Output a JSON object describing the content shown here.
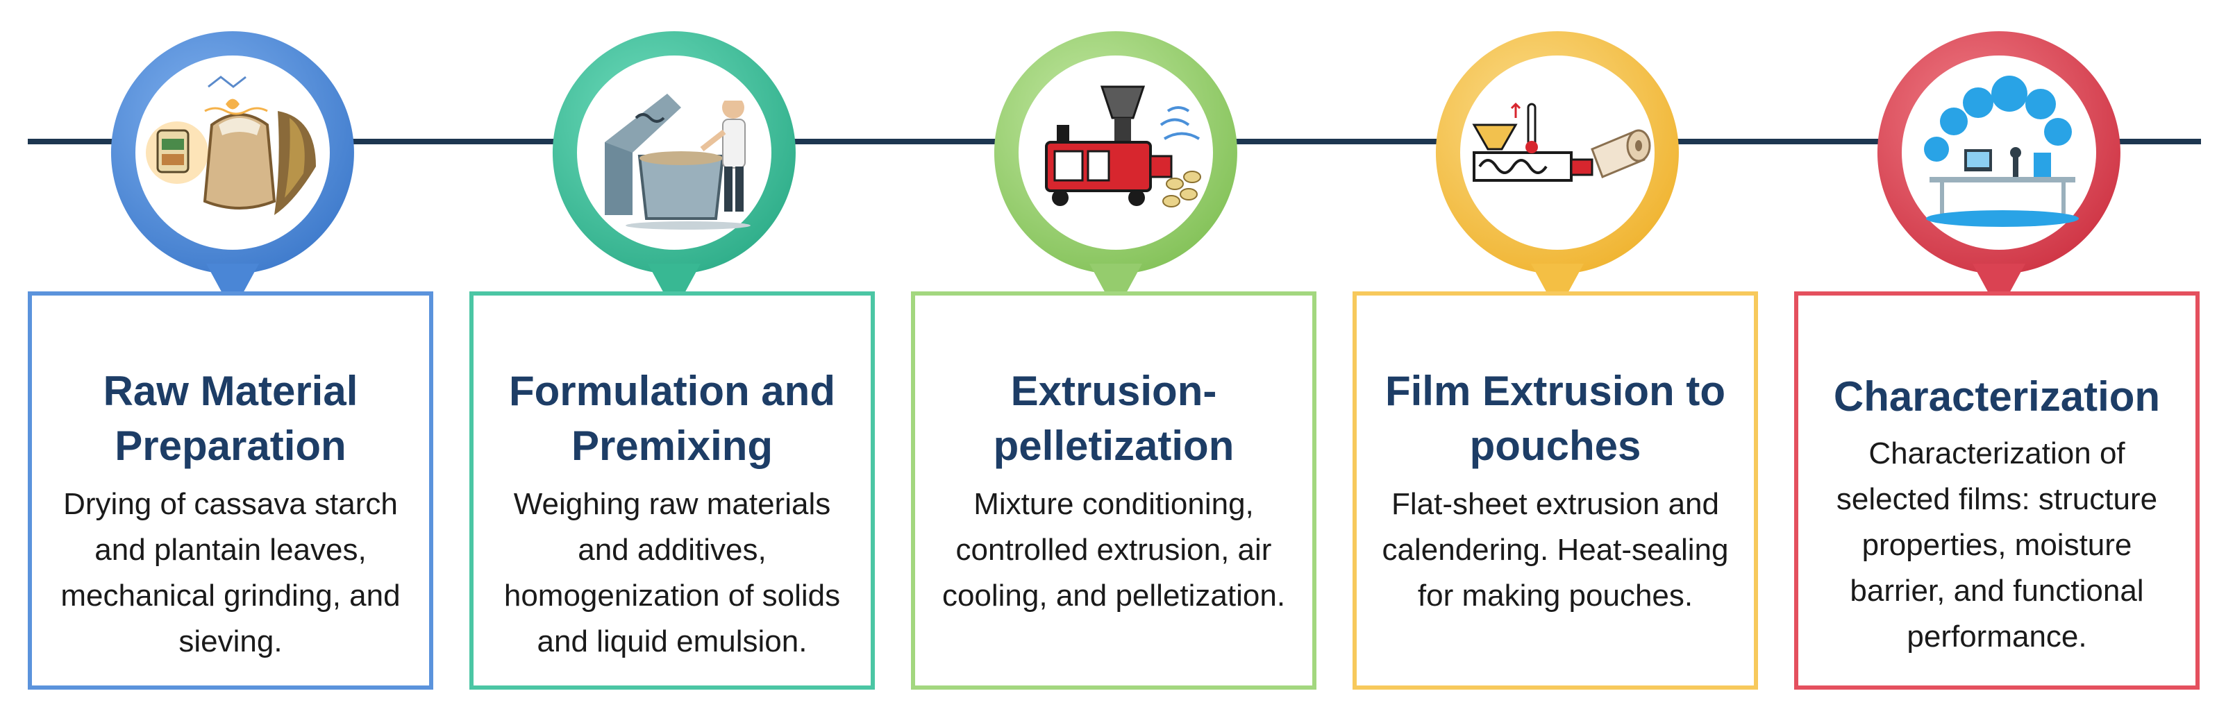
{
  "colors": {
    "timeline": "#1d3650",
    "title_text": "#1d3d66",
    "body_text": "#1a1a1a",
    "step_1": "#5b93dc",
    "step_2": "#4bc6a4",
    "step_3": "#a3d77f",
    "step_4": "#f7c95c",
    "step_5": "#e4505e"
  },
  "steps": [
    {
      "icon": "raw-materials-sack-leaves-icon",
      "title": [
        "Raw Material",
        "Preparation"
      ],
      "description": [
        "Drying of cassava starch",
        "and plantain leaves,",
        "mechanical grinding, and",
        "sieving."
      ]
    },
    {
      "icon": "mixer-worker-icon",
      "title": [
        "Formulation and",
        "Premixing"
      ],
      "description": [
        "Weighing raw materials",
        "and additives,",
        "homogenization of solids",
        "and liquid emulsion."
      ]
    },
    {
      "icon": "extruder-pellets-icon",
      "title": [
        "Extrusion-",
        "pelletization"
      ],
      "description": [
        "Mixture conditioning,",
        "controlled extrusion, air",
        "cooling, and pelletization."
      ]
    },
    {
      "icon": "film-extruder-roll-icon",
      "title": [
        "Film Extrusion to",
        "pouches"
      ],
      "description": [
        "Flat-sheet extrusion and",
        "calendering. Heat-sealing",
        "for making pouches."
      ]
    },
    {
      "icon": "laboratory-analysis-icon",
      "title": [
        "Characterization"
      ],
      "description": [
        "Characterization of",
        "selected films: structure",
        "properties, moisture",
        "barrier, and functional",
        "performance."
      ]
    }
  ]
}
